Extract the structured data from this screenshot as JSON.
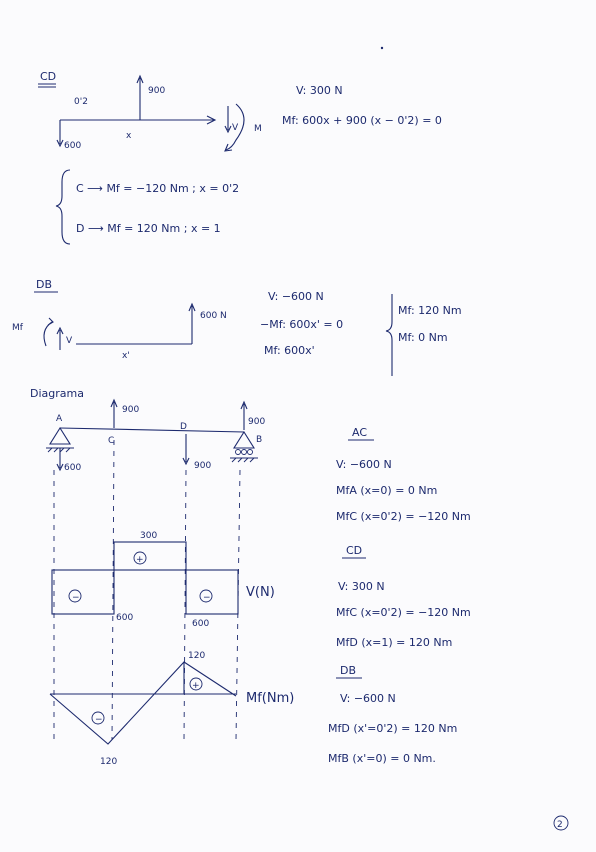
{
  "cd": {
    "title": "CD",
    "dist": "0'2",
    "force_up": "900",
    "force_left": "600",
    "x": "x",
    "v": "V",
    "m": "M",
    "eq_v": "V: 300 N",
    "eq_m": "Mf: 600x + 900 (x − 0'2) = 0",
    "case_c": "C  ⟶  Mf = −120 Nm  ;  x = 0'2",
    "case_d": "D  ⟶  Mf = 120 Nm  ;  x = 1"
  },
  "db": {
    "title": "DB",
    "mf": "Mf",
    "v": "V",
    "x": "x'",
    "force": "600 N",
    "eq_v": "V: −600 N",
    "eq_m1": "−Mf: 600x' = 0",
    "eq_m2": "Mf: 600x'",
    "res1": "Mf: 120 Nm",
    "res2": "Mf: 0 Nm"
  },
  "diagram": {
    "title": "Diagrama",
    "pt_a": "A",
    "pt_c": "C",
    "pt_d": "D",
    "pt_b": "B",
    "f_c": "900",
    "f_b": "900",
    "f_d": "900",
    "f_a": "600",
    "shear_pos": "300",
    "shear_neg1": "600",
    "shear_neg2": "600",
    "plus": "+",
    "minus": "−",
    "shear_label": "V(N)",
    "moment_top": "120",
    "moment_bot": "120",
    "moment_label": "Mf(Nm)"
  },
  "right": {
    "ac_title": "AC",
    "ac_v": "V: −600 N",
    "ac_m1": "MfA (x=0) = 0 Nm",
    "ac_m2": "MfC (x=0'2) = −120 Nm",
    "cd_title": "CD",
    "cd_v": "V: 300 N",
    "cd_m1": "MfC (x=0'2) = −120 Nm",
    "cd_m2": "MfD (x=1) = 120 Nm",
    "db_title": "DB",
    "db_v": "V: −600 N",
    "db_m1": "MfD (x'=0'2) = 120 Nm",
    "db_m2": "MfB (x'=0) = 0 Nm."
  },
  "page_number": "2"
}
